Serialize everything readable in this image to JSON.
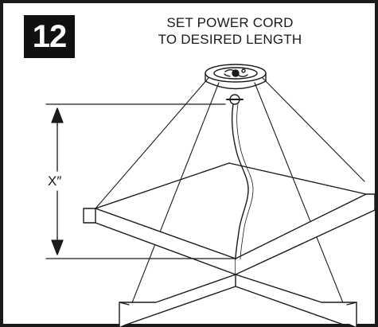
{
  "step": {
    "number": "12"
  },
  "instruction": {
    "line1": "SET POWER CORD",
    "line2": "TO DESIRED LENGTH"
  },
  "dimension": {
    "label": "X″"
  },
  "colors": {
    "ink": "#1a1a1a",
    "badge": "#111111",
    "paper": "#ffffff"
  }
}
